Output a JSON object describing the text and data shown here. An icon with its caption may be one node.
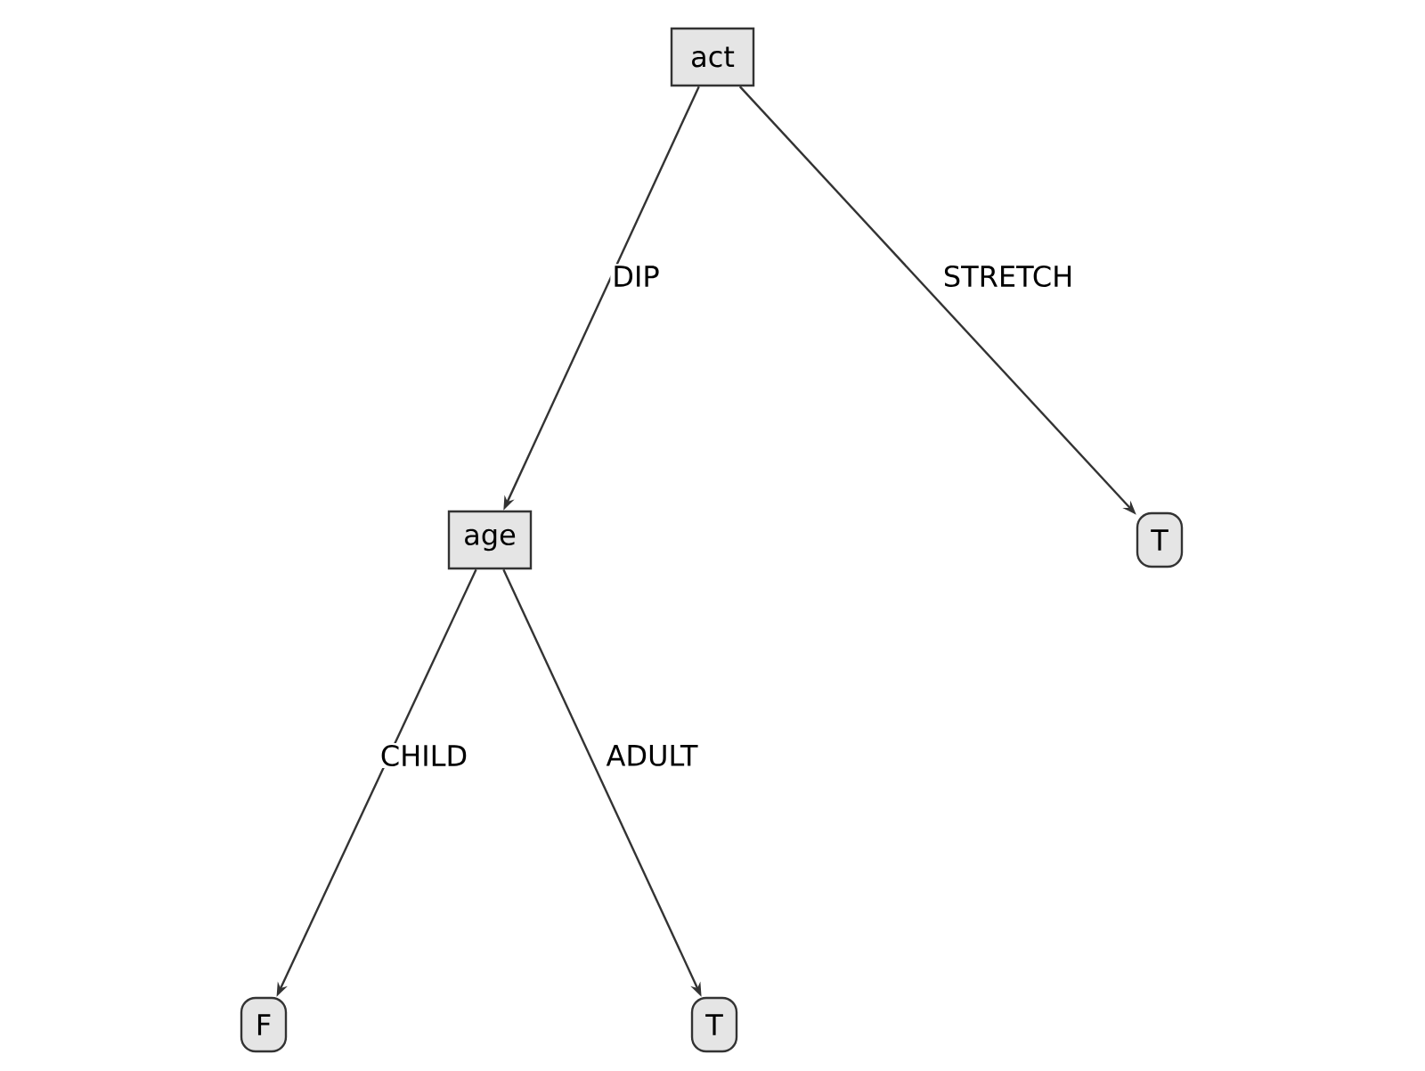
{
  "diagram": {
    "nodes": [
      {
        "text": [
          "act"
        ]
      },
      {
        "text": [
          "age"
        ]
      },
      {
        "text": [
          "T"
        ]
      },
      {
        "text": [
          "F"
        ]
      },
      {
        "text": [
          "T"
        ]
      }
    ],
    "edges": [
      {
        "from": 0,
        "to": 1,
        "arrow": "to",
        "label": "DIP"
      },
      {
        "from": 0,
        "to": 2,
        "arrow": "to",
        "label": "STRETCH"
      },
      {
        "from": 1,
        "to": 3,
        "arrow": "to",
        "label": "CHILD"
      },
      {
        "from": 1,
        "to": 4,
        "arrow": "to",
        "label": "ADULT"
      }
    ]
  }
}
